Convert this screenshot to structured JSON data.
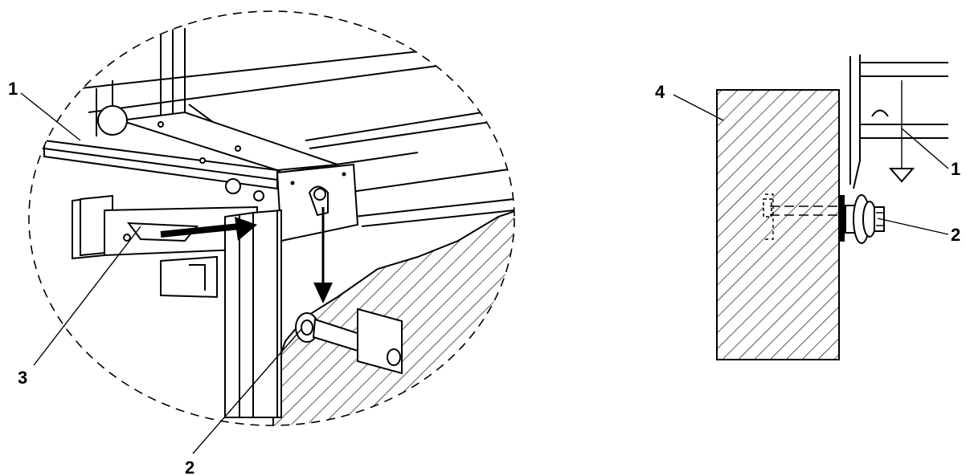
{
  "detail_view": {
    "callouts": {
      "frame": "1",
      "anchor_bolt": "2",
      "bracket": "3"
    }
  },
  "side_view": {
    "callouts": {
      "wall": "4",
      "frame": "1",
      "anchor_bolt": "2"
    }
  },
  "colors": {
    "line": "#000000",
    "background": "#ffffff"
  }
}
